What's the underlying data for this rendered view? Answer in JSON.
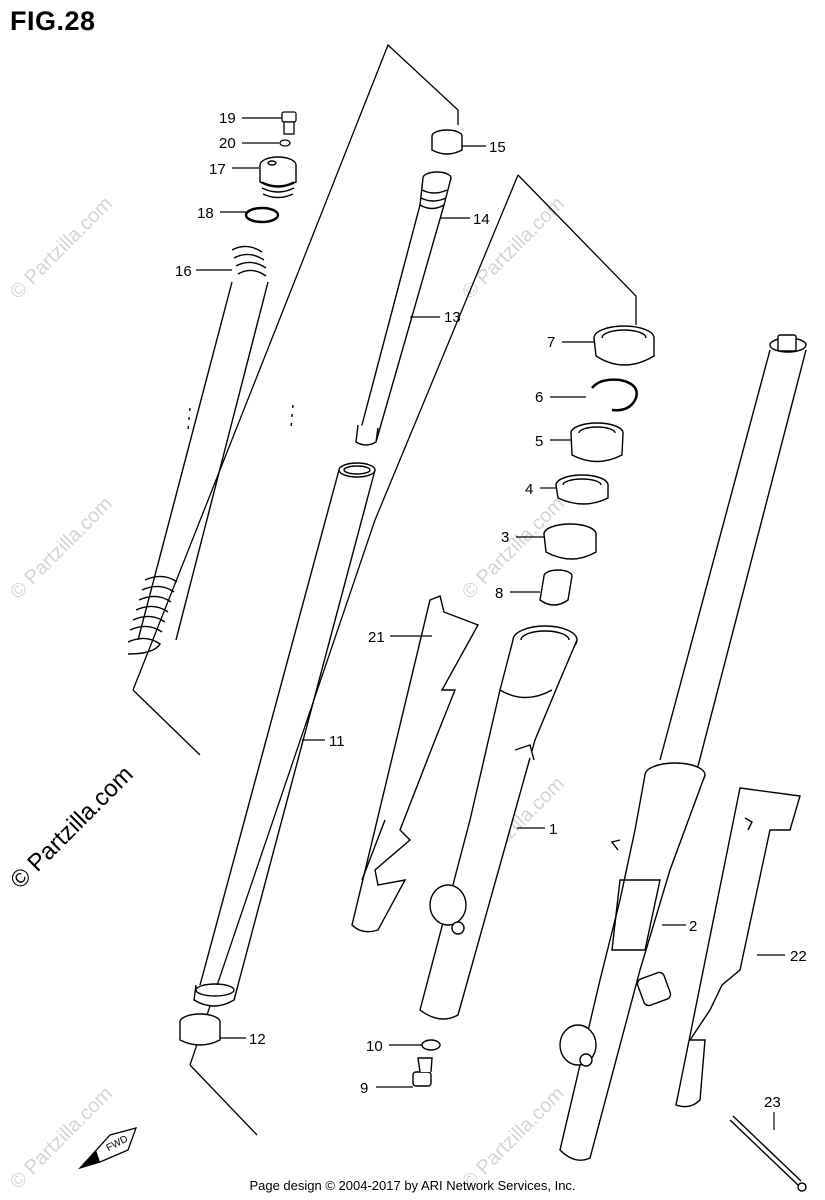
{
  "figure": {
    "title": "FIG.28"
  },
  "footer": {
    "text": "Page design © 2004-2017 by ARI Network Services, Inc."
  },
  "watermark": {
    "main": "© Partzilla.com",
    "faint": "© Partzilla.com"
  },
  "direction_badge": {
    "text": "FWD"
  },
  "callouts": [
    {
      "id": "19",
      "label": "19"
    },
    {
      "id": "20",
      "label": "20"
    },
    {
      "id": "17",
      "label": "17"
    },
    {
      "id": "18",
      "label": "18"
    },
    {
      "id": "16",
      "label": "16"
    },
    {
      "id": "15",
      "label": "15"
    },
    {
      "id": "14",
      "label": "14"
    },
    {
      "id": "13",
      "label": "13"
    },
    {
      "id": "7",
      "label": "7"
    },
    {
      "id": "6",
      "label": "6"
    },
    {
      "id": "5",
      "label": "5"
    },
    {
      "id": "4",
      "label": "4"
    },
    {
      "id": "3",
      "label": "3"
    },
    {
      "id": "8",
      "label": "8"
    },
    {
      "id": "21",
      "label": "21"
    },
    {
      "id": "11",
      "label": "11"
    },
    {
      "id": "1",
      "label": "1"
    },
    {
      "id": "2",
      "label": "2"
    },
    {
      "id": "22",
      "label": "22"
    },
    {
      "id": "12",
      "label": "12"
    },
    {
      "id": "10",
      "label": "10"
    },
    {
      "id": "9",
      "label": "9"
    },
    {
      "id": "23",
      "label": "23"
    }
  ],
  "colors": {
    "line": "#000000",
    "watermark": "#d4d4d4",
    "background": "#ffffff"
  }
}
